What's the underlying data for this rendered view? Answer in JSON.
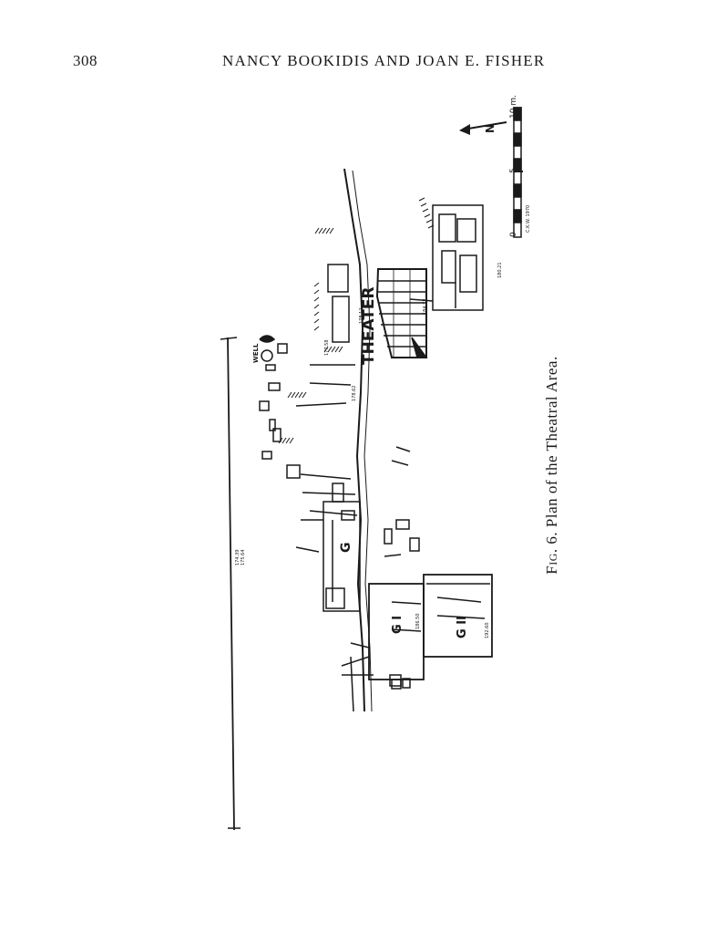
{
  "header": {
    "page_number": "308",
    "running_head": "NANCY BOOKIDIS AND JOAN E. FISHER"
  },
  "figure": {
    "caption_label": "Fig. 6.",
    "caption_text": "Plan of the Theatral Area.",
    "labels": {
      "theater": "THEATER",
      "well": "WELL",
      "g": "G",
      "g1": "G I",
      "g2": "G II",
      "north": "N"
    },
    "scale": {
      "ticks": [
        "0",
        "5",
        "10 m."
      ],
      "credit": "C.K.W. 1970"
    },
    "elevations": [
      "192.60",
      "186.50",
      "174.39",
      "175.64",
      "184.72",
      "180.21",
      "177.58",
      "178.62",
      "178.12"
    ]
  },
  "colors": {
    "ink": "#1a1a1a",
    "paper": "#ffffff"
  }
}
